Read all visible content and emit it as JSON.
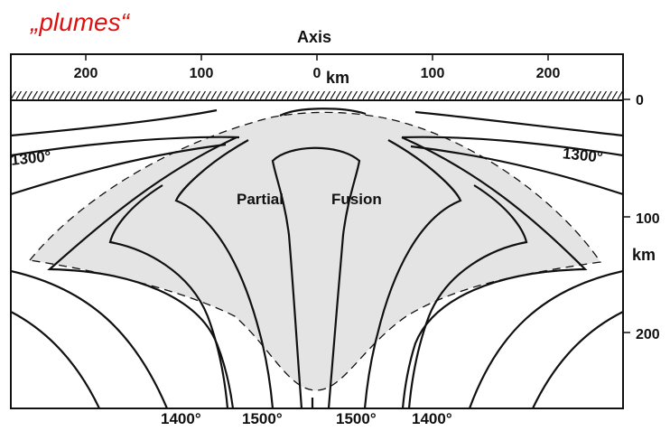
{
  "caption": "„plumes“",
  "axis_title": "Axis",
  "top_scale": {
    "ticks": [
      "200",
      "100",
      "0",
      "100",
      "200"
    ],
    "unit": "km"
  },
  "right_scale": {
    "ticks": [
      "0",
      "100",
      "200"
    ],
    "unit": "km"
  },
  "isotherm_labels": {
    "upper_left": "1300°",
    "upper_right": "1300°",
    "bottom": [
      "1400°",
      "1500°",
      "1500°",
      "1400°"
    ]
  },
  "zone_label": {
    "word1": "Partial",
    "word2": "Fusion"
  },
  "colors": {
    "caption": "#e01010",
    "fusion_zone": "#e4e4e4",
    "lines": "#111111"
  }
}
